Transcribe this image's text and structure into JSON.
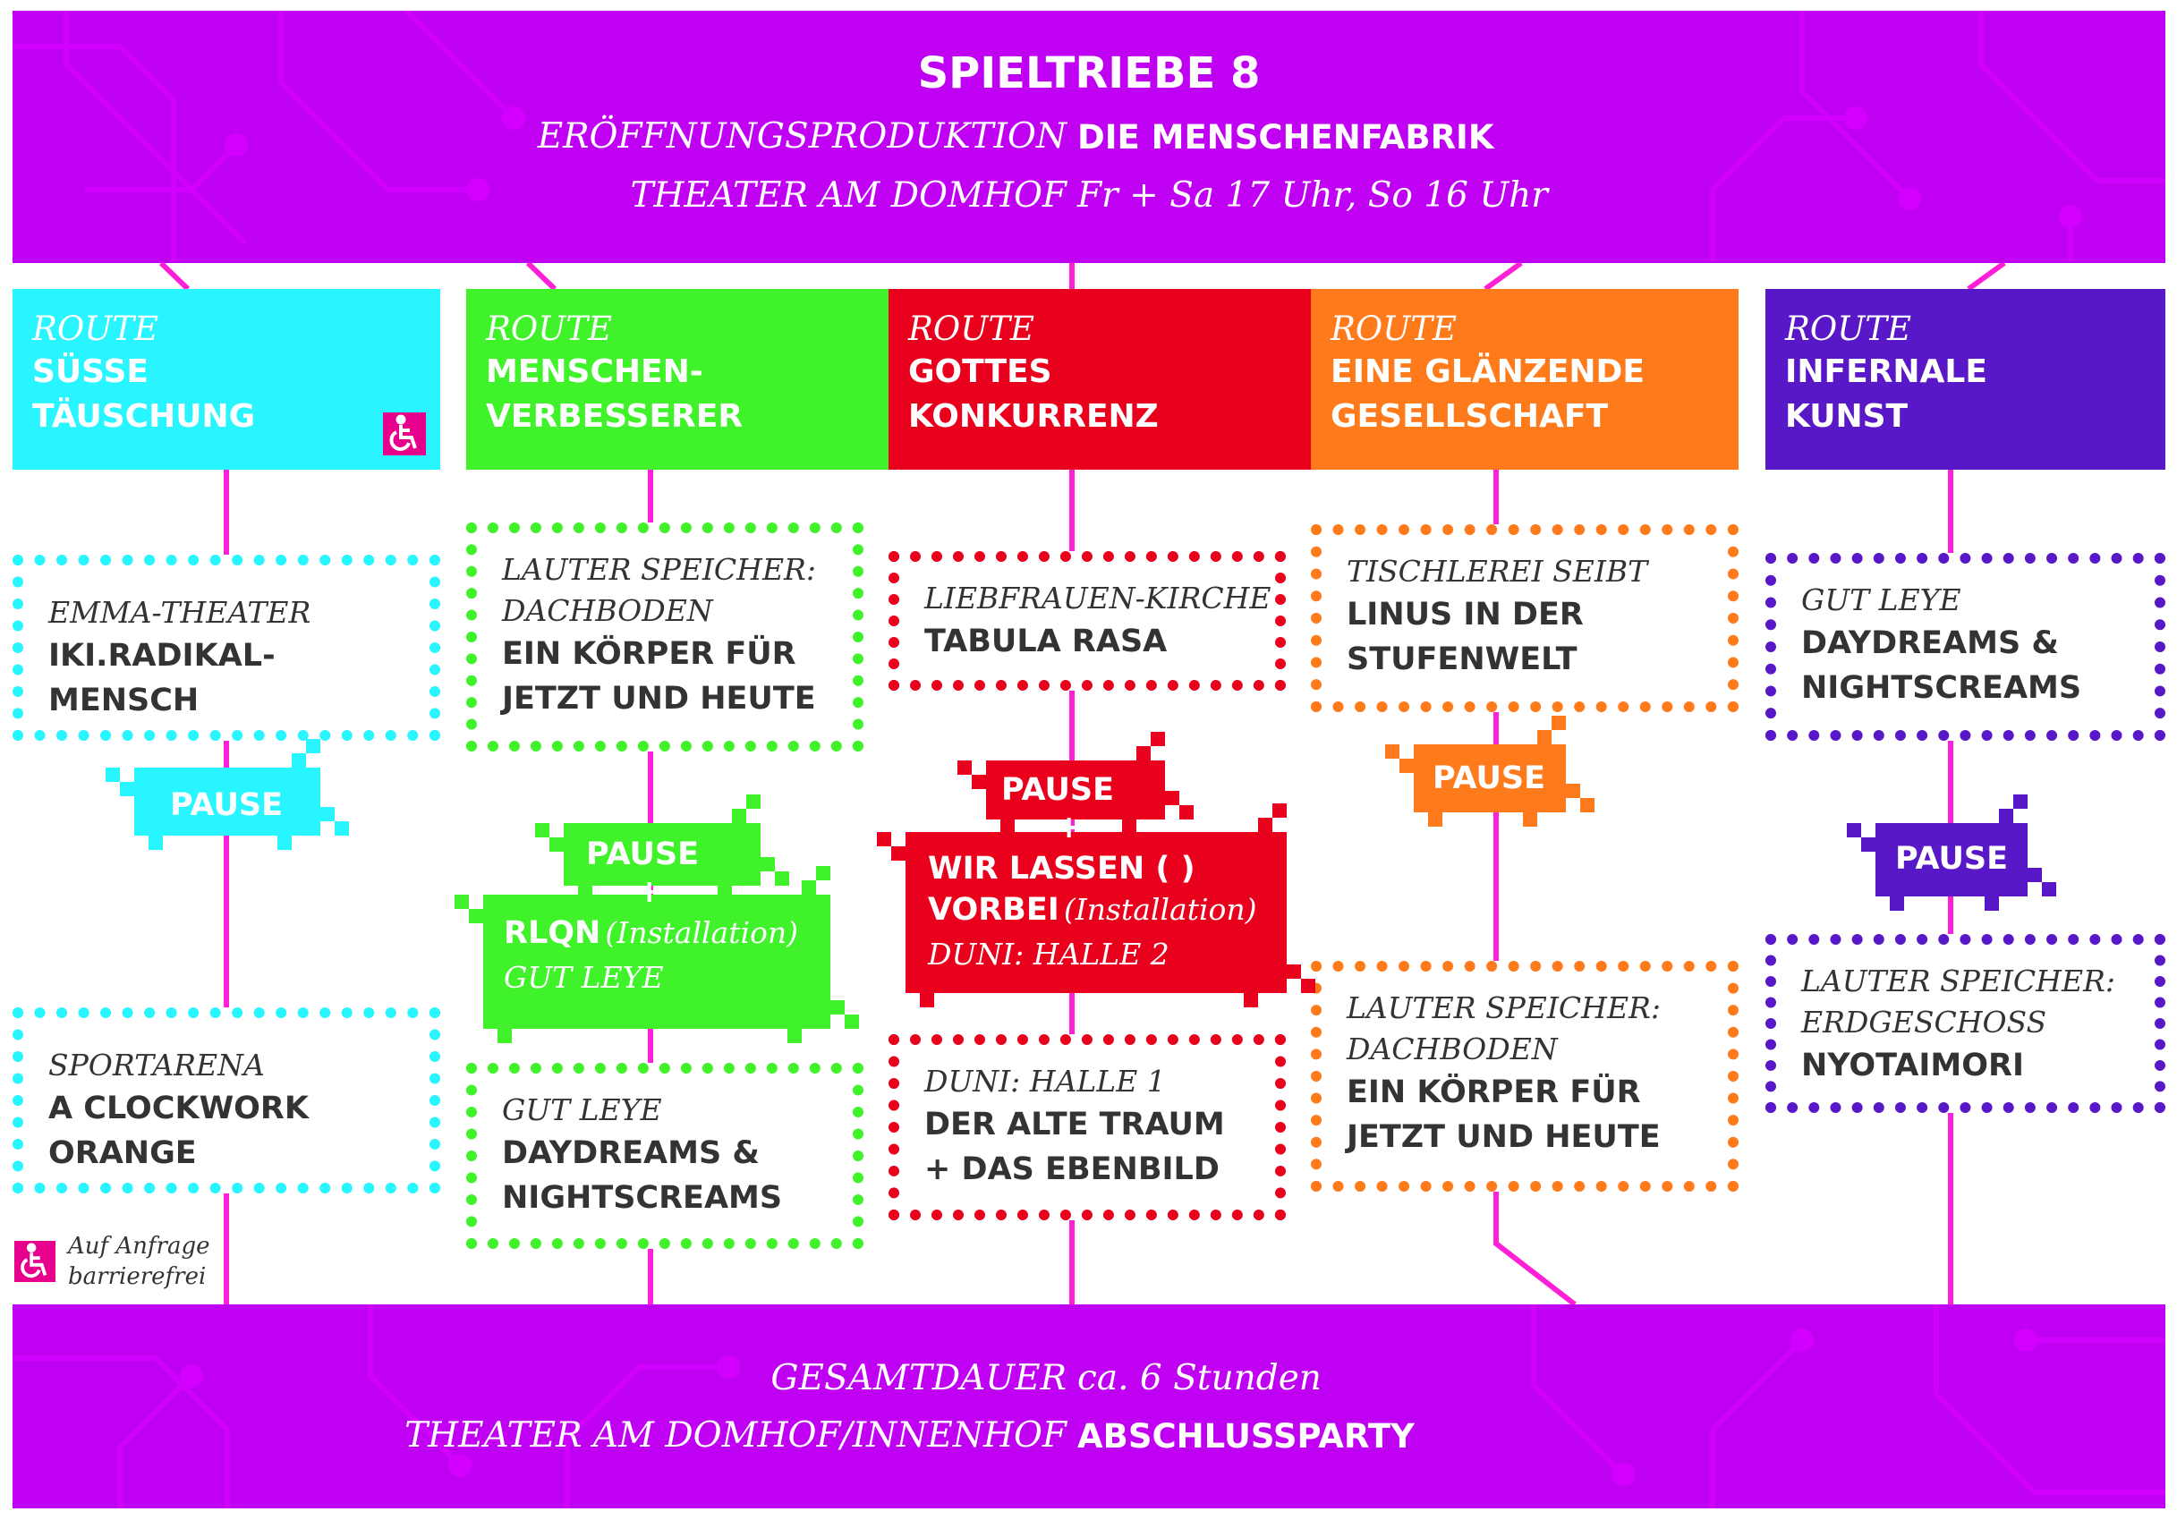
{
  "colors": {
    "banner": "#c000f2",
    "circuit": "#ff1fd6",
    "route_1": "#28f5ff",
    "route_2": "#3ff22a",
    "route_3": "#e8001c",
    "route_4": "#ff7a1a",
    "route_5": "#5918c8",
    "text": "#333333",
    "accessibility": "#e6008c"
  },
  "header": {
    "title": "SPIELTRIEBE 8",
    "lines": [
      {
        "label": "ERÖFFNUNGSPRODUKTION",
        "value": "DIE MENSCHENFABRIK"
      },
      {
        "label": "THEATER AM DOMHOF",
        "value": "Fr + Sa 17 Uhr, So 16 Uhr"
      }
    ]
  },
  "routes": [
    {
      "label": "ROUTE",
      "name": "SÜSSE\nTÄUSCHUNG",
      "accessible": true,
      "stops": [
        {
          "venue": "EMMA-THEATER",
          "title": "IKI.RADIKAL-\nMENSCH"
        },
        {
          "venue": "SPORTARENA",
          "title": "A CLOCKWORK\nORANGE"
        }
      ],
      "pause": {
        "label": "PAUSE"
      }
    },
    {
      "label": "ROUTE",
      "name": "MENSCHEN-\nVERBESSERER",
      "stops": [
        {
          "venue": "LAUTER SPEICHER:\nDACHBODEN",
          "title": "EIN KÖRPER FÜR\nJETZT UND HEUTE"
        },
        {
          "venue": "GUT LEYE",
          "title": "DAYDREAMS &\nNIGHTSCREAMS"
        }
      ],
      "pause": {
        "label": "PAUSE",
        "plus": "+",
        "work": "RLQN",
        "work_note": "(Installation)",
        "venue": "GUT LEYE"
      }
    },
    {
      "label": "ROUTE",
      "name": "GOTTES\nKONKURRENZ",
      "stops": [
        {
          "venue": "LIEBFRAUEN-KIRCHE",
          "title": "TABULA RASA"
        },
        {
          "venue": "DUNI: HALLE 1",
          "title": "DER ALTE TRAUM\n+ DAS EBENBILD"
        }
      ],
      "pause": {
        "label": "PAUSE",
        "plus": "+",
        "work_line1": "WIR LASSEN ( )",
        "work_line2": "VORBEI",
        "work_note": "(Installation)",
        "venue": "DUNI: HALLE 2"
      }
    },
    {
      "label": "ROUTE",
      "name": "EINE GLÄNZENDE\nGESELLSCHAFT",
      "stops": [
        {
          "venue": "TISCHLEREI SEIBT",
          "title": "LINUS IN DER\nSTUFENWELT"
        },
        {
          "venue": "LAUTER SPEICHER:\nDACHBODEN",
          "title": "EIN KÖRPER FÜR\nJETZT UND HEUTE"
        }
      ],
      "pause": {
        "label": "PAUSE"
      }
    },
    {
      "label": "ROUTE",
      "name": "INFERNALE\nKUNST",
      "stops": [
        {
          "venue": "GUT LEYE",
          "title": "DAYDREAMS &\nNIGHTSCREAMS"
        },
        {
          "venue": "LAUTER SPEICHER:\nERDGESCHOSS",
          "title": "NYOTAIMORI"
        }
      ],
      "pause": {
        "label": "PAUSE"
      }
    }
  ],
  "accessibility_note": {
    "line1": "Auf Anfrage",
    "line2": "barrierefrei",
    "icon": "wheelchair-icon"
  },
  "footer": {
    "lines": [
      {
        "label": "GESAMTDAUER",
        "value": "ca. 6 Stunden"
      },
      {
        "label": "THEATER AM DOMHOF/INNENHOF",
        "value": "ABSCHLUSSPARTY"
      }
    ]
  }
}
